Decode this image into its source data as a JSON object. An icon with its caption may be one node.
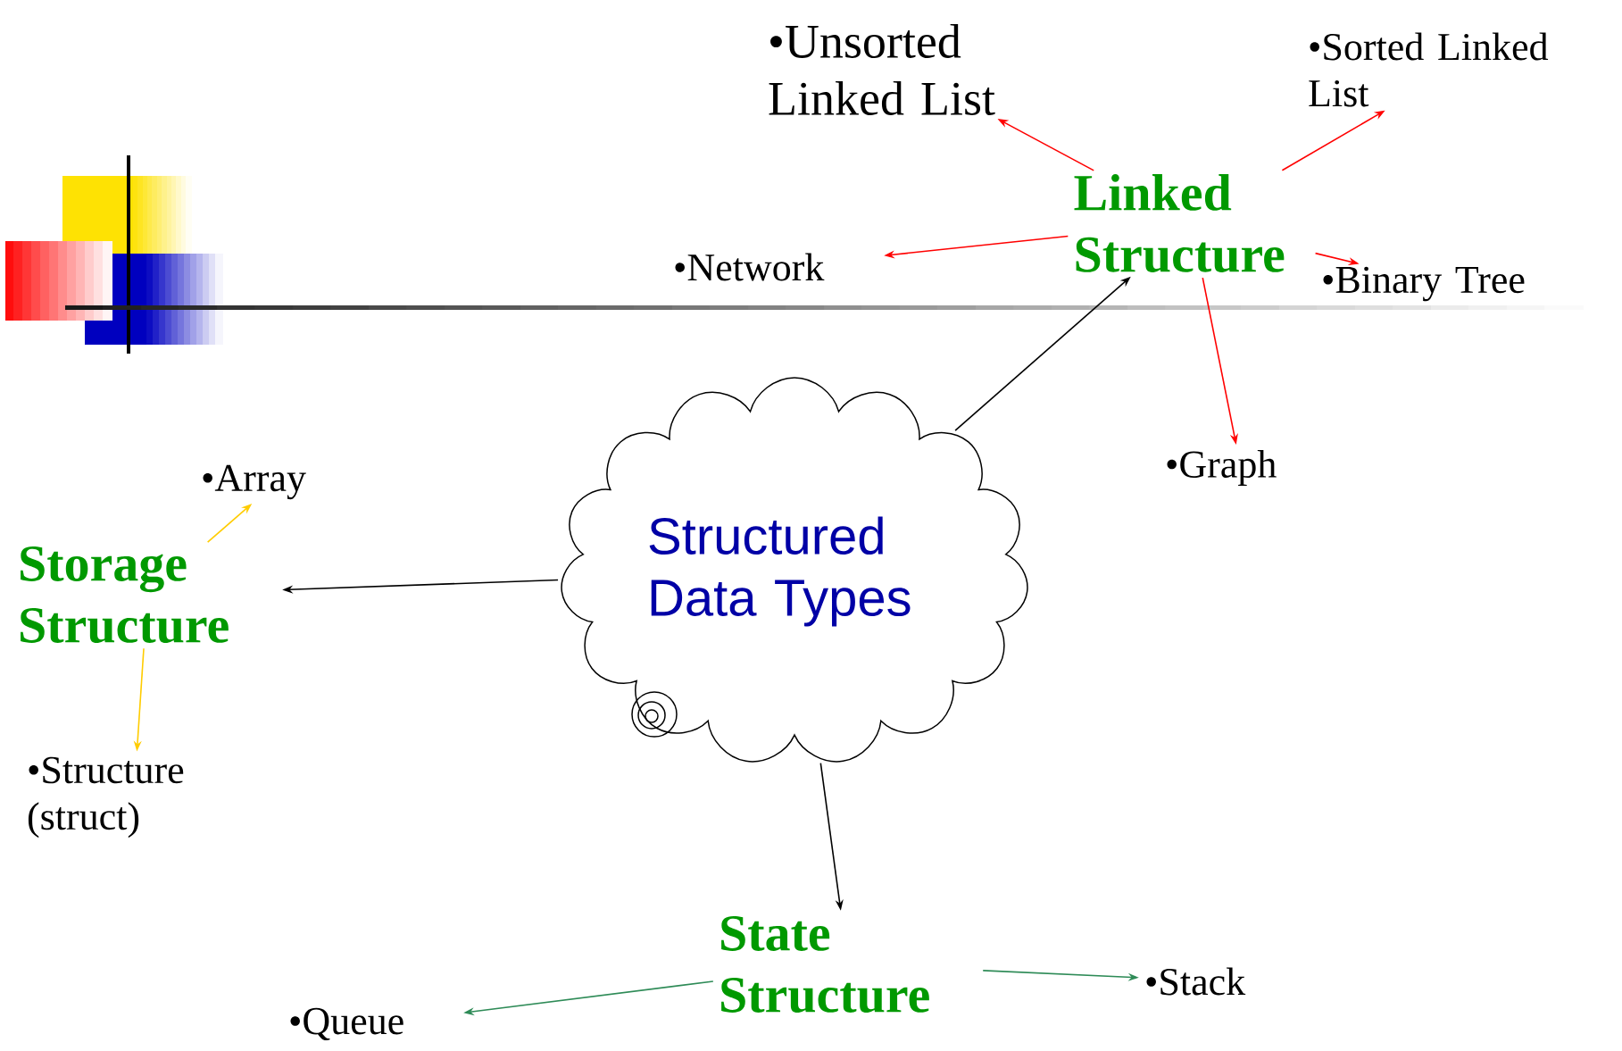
{
  "diagram": {
    "nodes": [
      {
        "text": [
          "Structured Data Types"
        ]
      },
      {
        "text": [
          "Linked Structure"
        ]
      },
      {
        "text": [
          "•Unsorted Linked List"
        ]
      },
      {
        "text": [
          "•Sorted Linked List"
        ]
      },
      {
        "text": [
          "•Network"
        ]
      },
      {
        "text": [
          "•Binary Tree"
        ]
      },
      {
        "text": [
          "•Graph"
        ]
      },
      {
        "text": [
          "•Array"
        ]
      },
      {
        "text": [
          "Storage Structure"
        ]
      },
      {
        "text": [
          "•Structure (struct)"
        ]
      },
      {
        "text": [
          "State Structure"
        ]
      },
      {
        "text": [
          "•Queue"
        ]
      },
      {
        "text": [
          "•Stack"
        ]
      }
    ],
    "edges": [
      {
        "from": 0,
        "to": 1,
        "arrow": "to",
        "color": "#000000"
      },
      {
        "from": 0,
        "to": 8,
        "arrow": "to",
        "color": "#000000"
      },
      {
        "from": 0,
        "to": 10,
        "arrow": "to",
        "color": "#000000"
      },
      {
        "from": 1,
        "to": 2,
        "arrow": "to"
      },
      {
        "from": 1,
        "to": 3,
        "arrow": "to"
      },
      {
        "from": 1,
        "to": 4,
        "arrow": "to"
      },
      {
        "from": 1,
        "to": 5,
        "arrow": "to"
      },
      {
        "from": 1,
        "to": 6,
        "arrow": "to"
      },
      {
        "from": 8,
        "to": 7,
        "arrow": "to",
        "color": "#ffcc00"
      },
      {
        "from": 8,
        "to": 9,
        "arrow": "to",
        "color": "#ffcc00"
      },
      {
        "from": 10,
        "to": 11,
        "arrow": "to",
        "color": "#2e8b57"
      },
      {
        "from": 10,
        "to": 12,
        "arrow": "to",
        "color": "#2e8b57"
      }
    ]
  }
}
